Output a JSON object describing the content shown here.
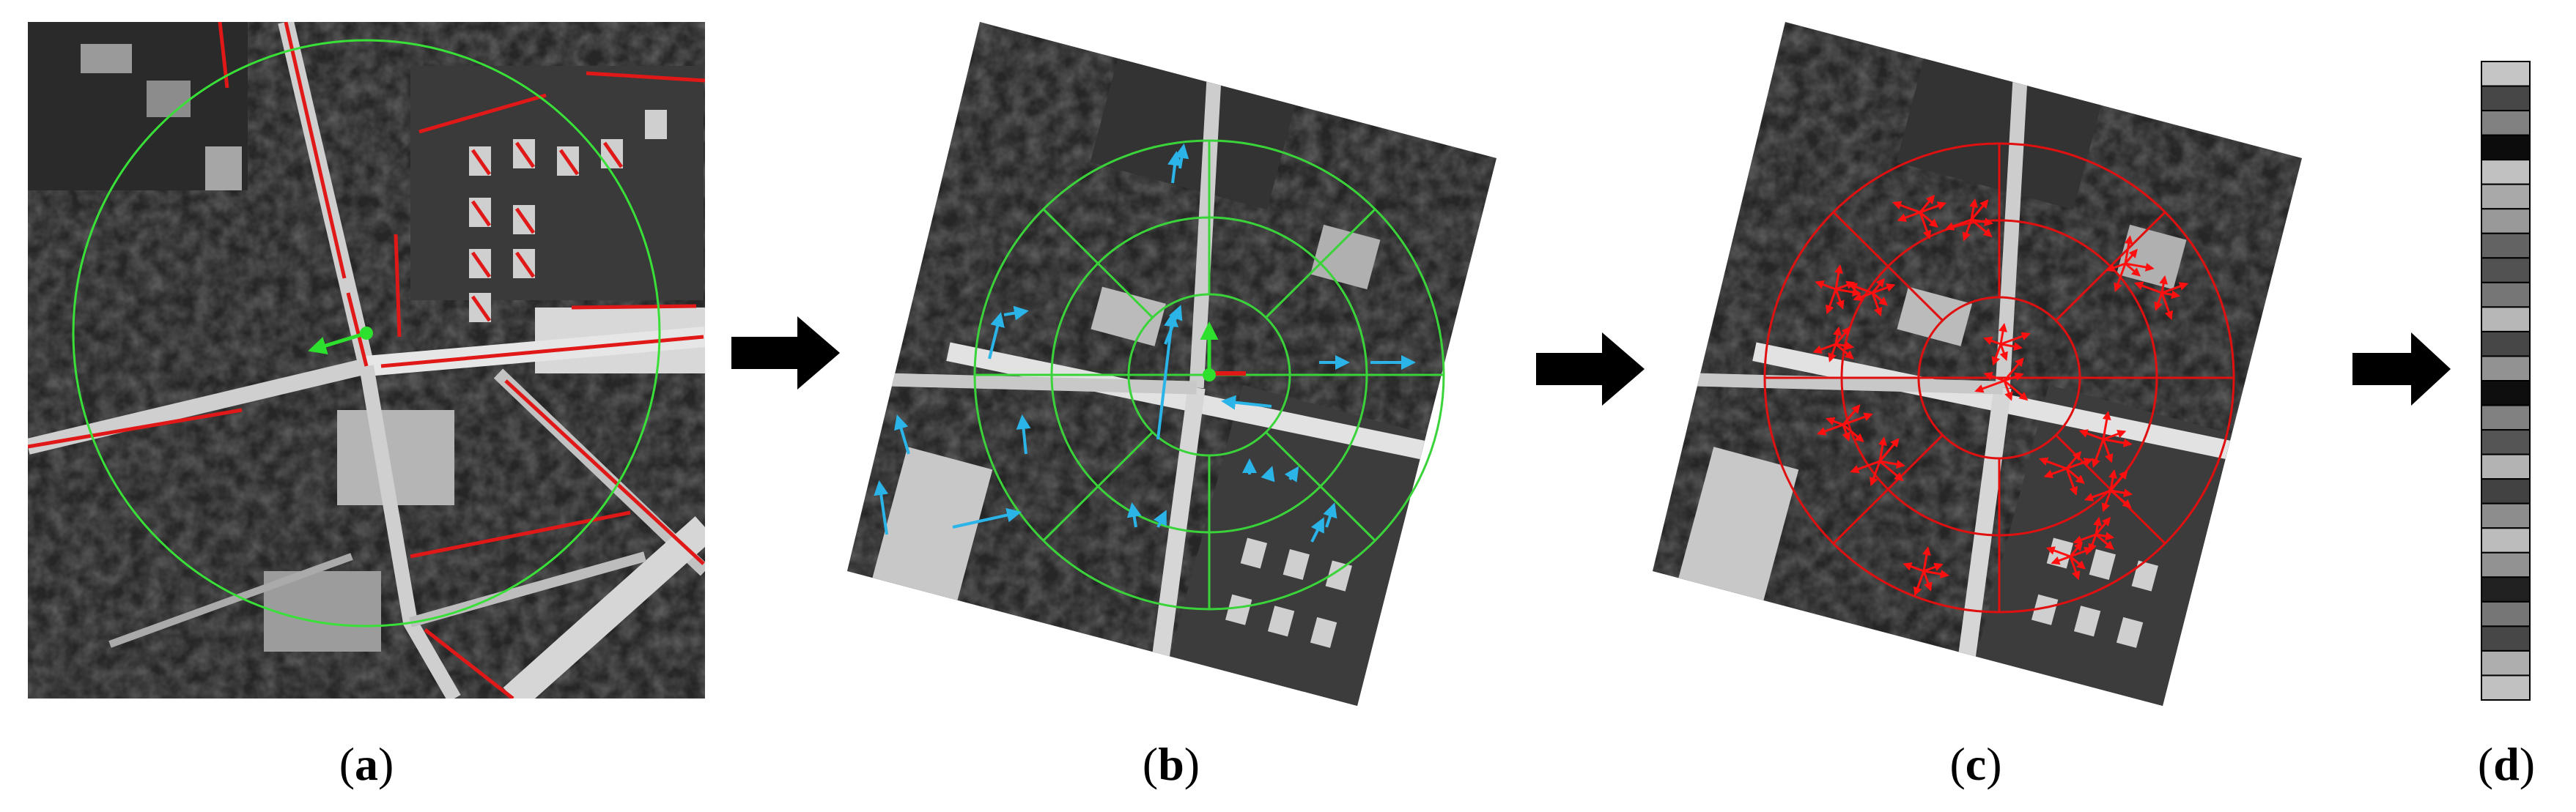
{
  "panels": [
    {
      "id": "a",
      "caption_open": "(",
      "caption_letter": "a",
      "caption_close": ")"
    },
    {
      "id": "b",
      "caption_open": "(",
      "caption_letter": "b",
      "caption_close": ")"
    },
    {
      "id": "c",
      "caption_open": "(",
      "caption_letter": "c",
      "caption_close": ")"
    },
    {
      "id": "d",
      "caption_open": "(",
      "caption_letter": "d",
      "caption_close": ")"
    }
  ],
  "colors": {
    "circle_a": "#38e038",
    "grid_b": "#3ad43a",
    "grid_c": "#e01010",
    "line_segments": "#e01818",
    "gradient_arrows": "#2ab4e8",
    "main_orientation": "#2ee02e",
    "descriptor_arrows": "#ff1010",
    "flow_arrows": "#000000"
  },
  "descriptor_vector": [
    0.84,
    0.3,
    0.55,
    0.05,
    0.82,
    0.72,
    0.65,
    0.42,
    0.35,
    0.5,
    0.78,
    0.3,
    0.62,
    0.06,
    0.55,
    0.36,
    0.76,
    0.28,
    0.6,
    0.8,
    0.62,
    0.14,
    0.5,
    0.3,
    0.74,
    0.82
  ]
}
